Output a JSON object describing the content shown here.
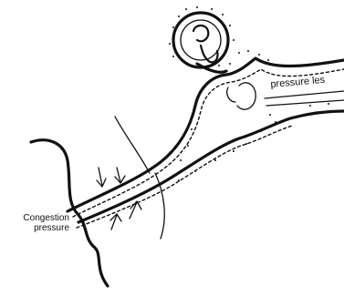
{
  "labels": {
    "congestion_line1": "Congestion",
    "congestion_line2": "pressure",
    "pressure_less": "pressure les"
  },
  "colors": {
    "ink": "#111111",
    "background": "#ffffff"
  }
}
